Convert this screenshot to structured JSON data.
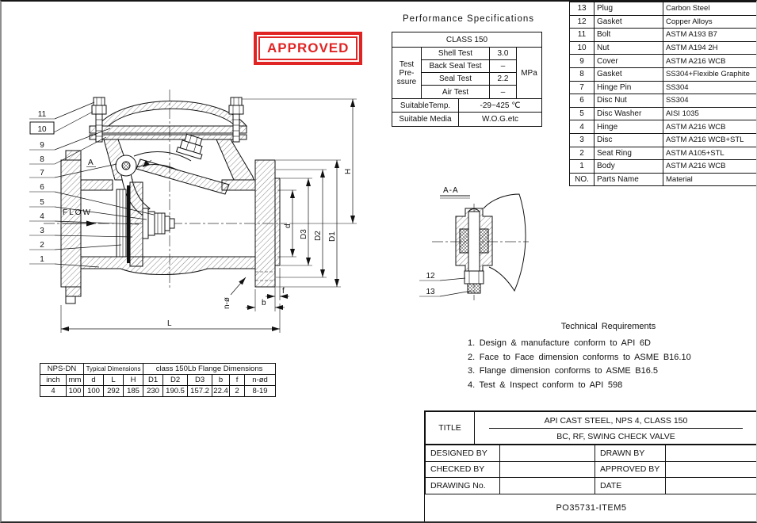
{
  "stamp": {
    "label": "APPROVED",
    "color": "#e02424"
  },
  "performance": {
    "title": "Performance Specifications",
    "class_header": "CLASS 150",
    "pressure_label": [
      "Test",
      "Pre-",
      "ssure"
    ],
    "tests": [
      {
        "name": "Shell Test",
        "value": "3.0"
      },
      {
        "name": "Back Seal Test",
        "value": "–"
      },
      {
        "name": "Seal Test",
        "value": "2.2"
      },
      {
        "name": "Air Test",
        "value": "–"
      }
    ],
    "unit": "MPa",
    "temp_label": "SuitableTemp.",
    "temp_value": "-29~425 ℃",
    "media_label": "Suitable Media",
    "media_value": "W.O.G.etc"
  },
  "parts": {
    "header": {
      "no": "NO.",
      "name": "Parts Name",
      "material": "Material"
    },
    "rows": [
      {
        "no": "13",
        "name": "Plug",
        "material": "Carbon Steel"
      },
      {
        "no": "12",
        "name": "Gasket",
        "material": "Copper Alloys"
      },
      {
        "no": "11",
        "name": "Bolt",
        "material": "ASTM A193 B7"
      },
      {
        "no": "10",
        "name": "Nut",
        "material": "ASTM A194 2H"
      },
      {
        "no": "9",
        "name": "Cover",
        "material": "ASTM A216 WCB"
      },
      {
        "no": "8",
        "name": "Gasket",
        "material": "SS304+Flexible Graphite"
      },
      {
        "no": "7",
        "name": "Hinge Pin",
        "material": "SS304"
      },
      {
        "no": "6",
        "name": "Disc Nut",
        "material": "SS304"
      },
      {
        "no": "5",
        "name": "Disc Washer",
        "material": "AISI 1035"
      },
      {
        "no": "4",
        "name": "Hinge",
        "material": "ASTM A216 WCB"
      },
      {
        "no": "3",
        "name": "Disc",
        "material": "ASTM A216 WCB+STL"
      },
      {
        "no": "2",
        "name": "Seat Ring",
        "material": "ASTM A105+STL"
      },
      {
        "no": "1",
        "name": "Body",
        "material": "ASTM A216 WCB"
      }
    ]
  },
  "drawing": {
    "flow_label": "FLOW",
    "section_mark": "A",
    "dim_labels": {
      "d": "d",
      "D3": "D3",
      "D2": "D2",
      "D1": "D1",
      "H": "H",
      "L": "L",
      "b": "b",
      "f": "f",
      "n_phi": "n-ø"
    },
    "callouts": [
      "1",
      "2",
      "3",
      "4",
      "5",
      "6",
      "7",
      "8",
      "9",
      "10",
      "11"
    ]
  },
  "section": {
    "title": "A-A",
    "callouts": [
      "12",
      "13"
    ]
  },
  "dimensions_table": {
    "groups": [
      {
        "label": "NPS-DN"
      },
      {
        "label": "Typical Dimensions"
      },
      {
        "label": "class 150Lb Flange Dimensions"
      }
    ],
    "columns": [
      "inch",
      "mm",
      "d",
      "L",
      "H",
      "D1",
      "D2",
      "D3",
      "b",
      "f",
      "n-ød"
    ],
    "values": [
      "4",
      "100",
      "100",
      "292",
      "185",
      "230",
      "190.5",
      "157.2",
      "22.4",
      "2",
      "8-19"
    ]
  },
  "technical_requirements": {
    "title": "Technical Requirements",
    "items": [
      "1. Design & manufacture conform to API 6D",
      "2. Face to Face dimension conforms to ASME B16.10",
      "3. Flange dimension conforms to ASME B16.5",
      "4. Test & Inspect conform to API 598"
    ]
  },
  "title_block": {
    "title_label": "TITLE",
    "title_line1": "API CAST STEEL, NPS 4, CLASS 150",
    "title_line2": "BC, RF, SWING CHECK VALVE",
    "designed_by": "DESIGNED BY",
    "drawn_by": "DRAWN BY",
    "checked_by": "CHECKED BY",
    "approved_by": "APPROVED BY",
    "drawing_no": "DRAWING No.",
    "date": "DATE",
    "document_number": "PO35731-ITEM5"
  }
}
